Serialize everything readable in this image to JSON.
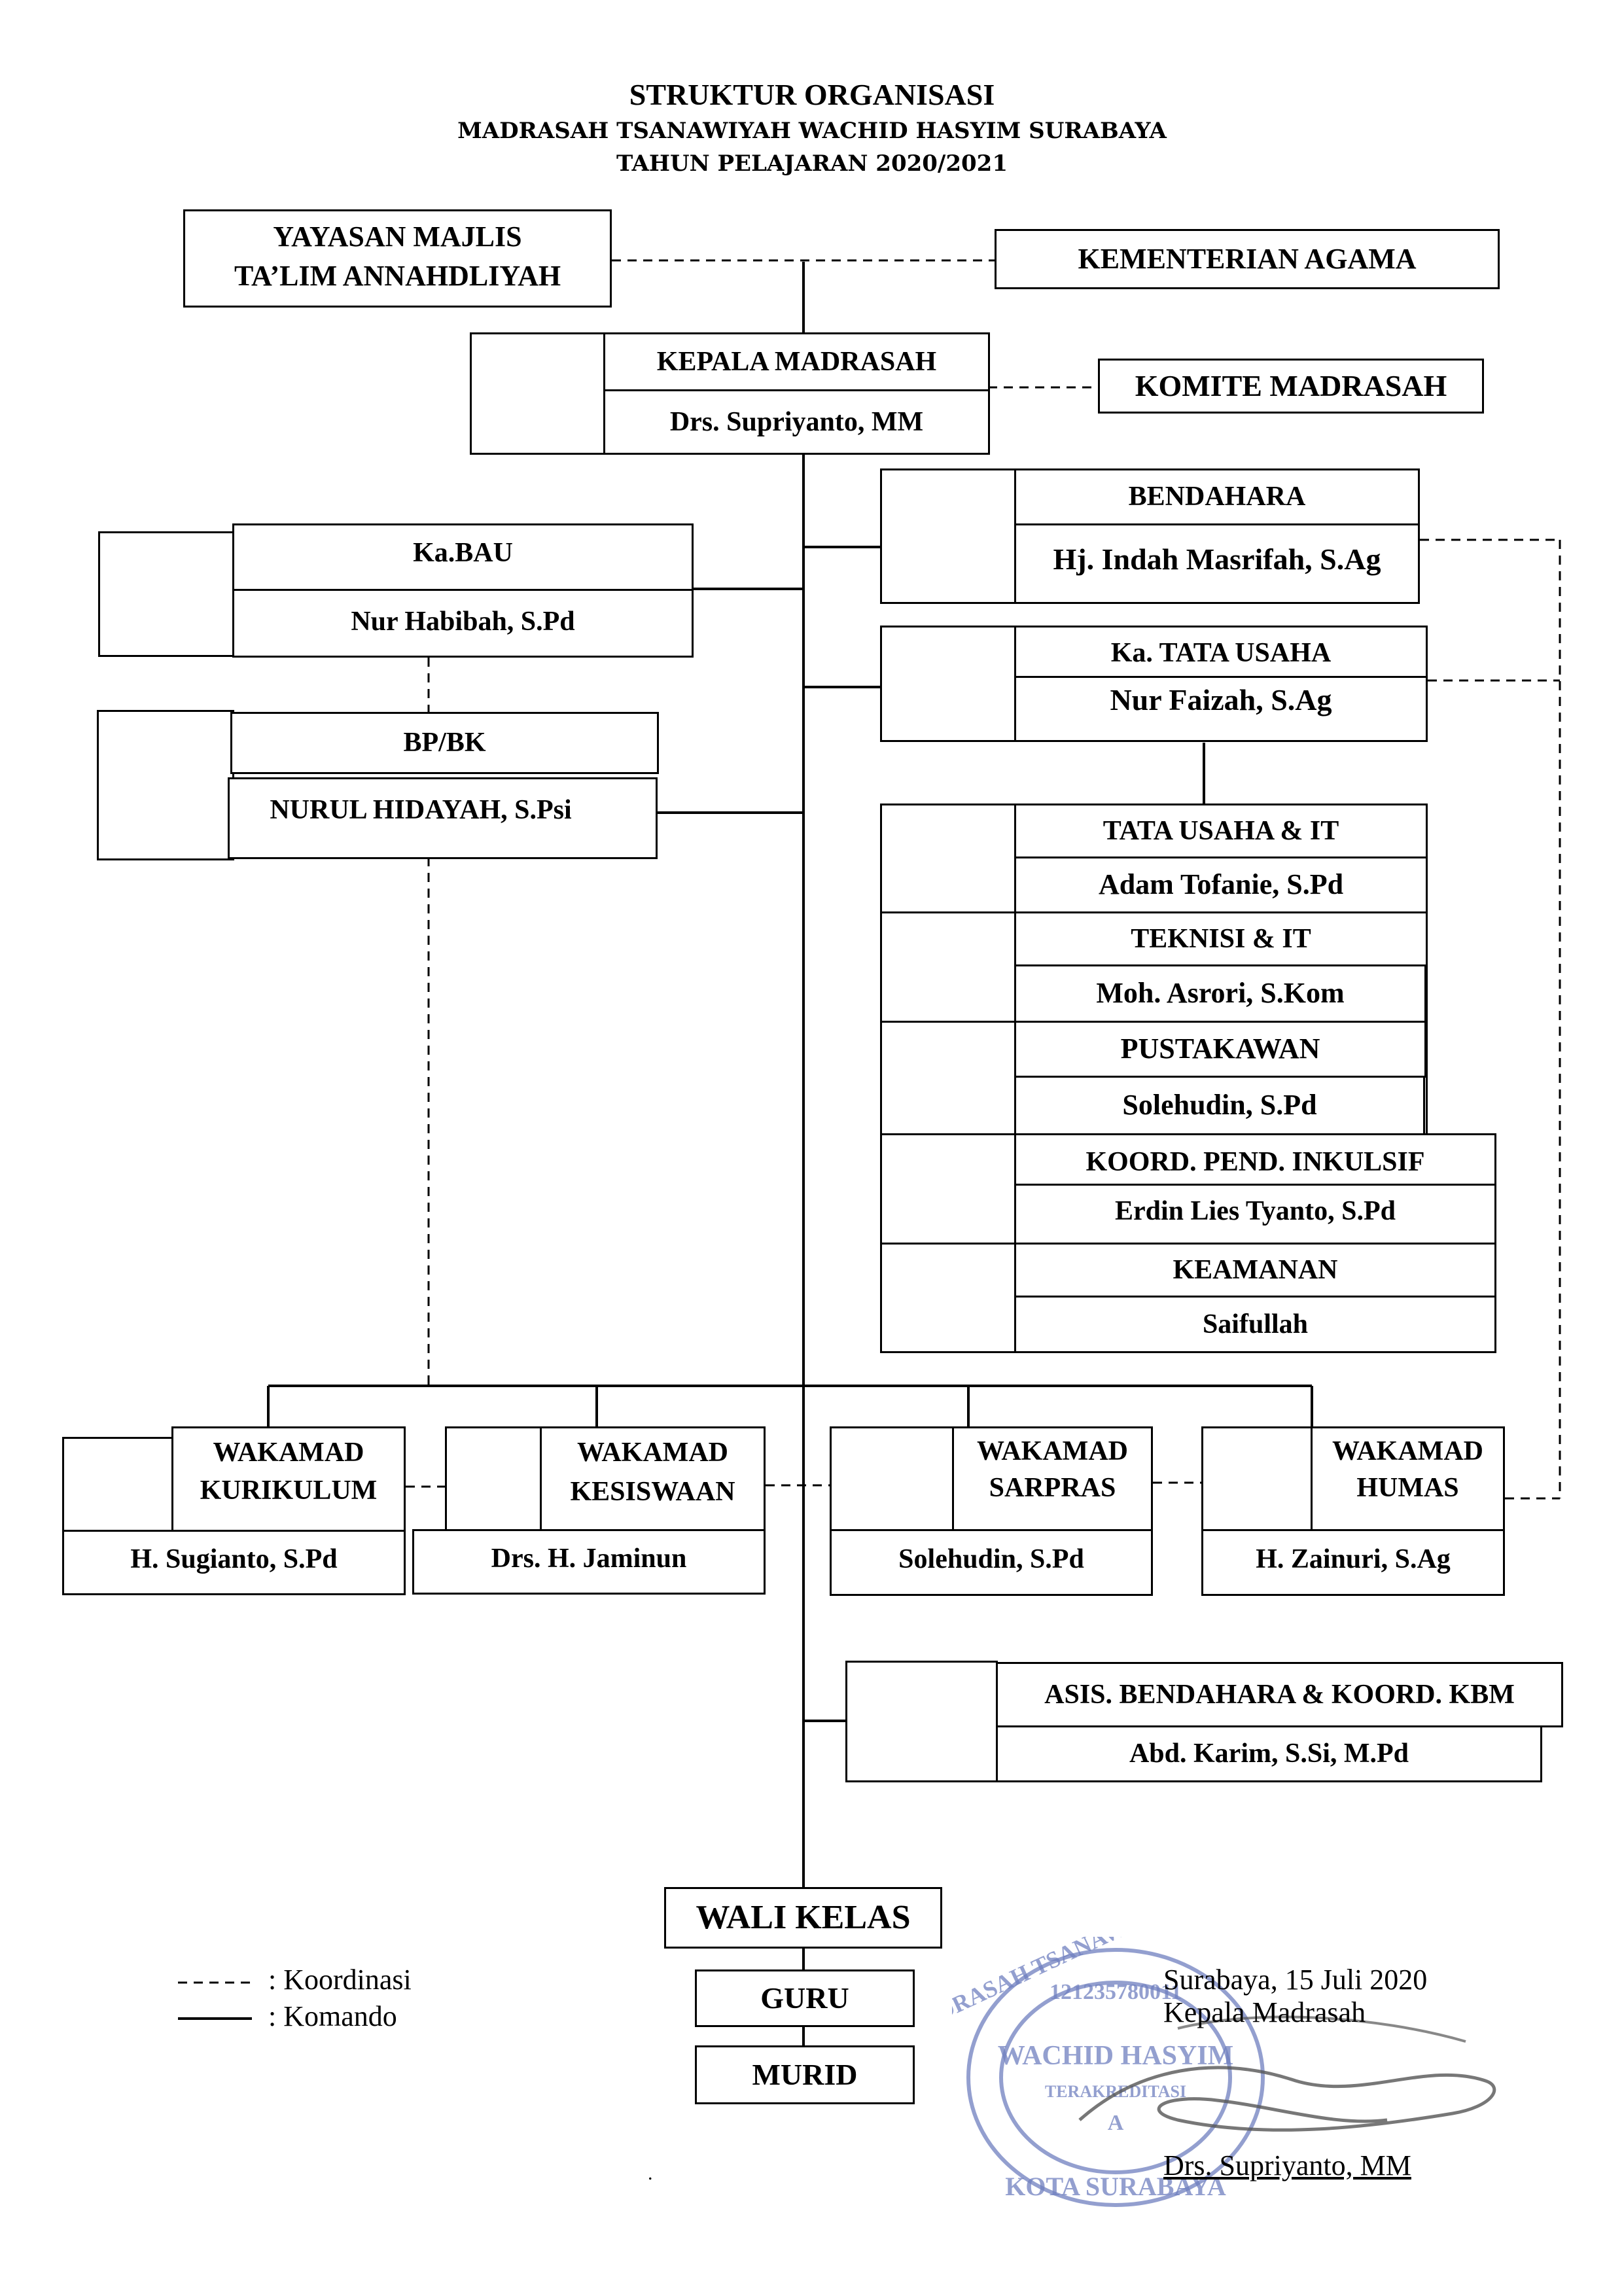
{
  "header": {
    "title": "STRUKTUR ORGANISASI",
    "subtitle": "MADRASAH TSANAWIYAH WACHID HASYIM SURABAYA",
    "year": "TAHUN PELAJARAN 2020/2021"
  },
  "nodes": {
    "yayasan": {
      "line1": "YAYASAN MAJLIS",
      "line2": "TA’LIM ANNAHDLIYAH"
    },
    "kemenag": {
      "title": "KEMENTERIAN AGAMA"
    },
    "kepala": {
      "title": "KEPALA MADRASAH",
      "name": "Drs. Supriyanto, MM"
    },
    "komite": {
      "title": "KOMITE MADRASAH"
    },
    "bendahara": {
      "title": "BENDAHARA",
      "name": "Hj. Indah Masrifah, S.Ag"
    },
    "kabau": {
      "title": "Ka.BAU",
      "name": "Nur Habibah, S.Pd"
    },
    "katu": {
      "title": "Ka. TATA USAHA",
      "name": "Nur Faizah, S.Ag"
    },
    "bpbk": {
      "title": "BP/BK",
      "name": "NURUL HIDAYAH, S.Psi"
    },
    "tuit": {
      "title": "TATA USAHA & IT",
      "name": "Adam Tofanie, S.Pd"
    },
    "teknisi": {
      "title": "TEKNISI & IT",
      "name": "Moh. Asrori, S.Kom"
    },
    "pustakawan": {
      "title": "PUSTAKAWAN",
      "name": "Solehudin, S.Pd"
    },
    "inklusif": {
      "title": "KOORD. PEND. INKULSIF",
      "name": "Erdin Lies Tyanto, S.Pd"
    },
    "keamanan": {
      "title": "KEAMANAN",
      "name": "Saifullah"
    },
    "wk_kurikulum": {
      "line1": "WAKAMAD",
      "line2": "KURIKULUM",
      "name": "H. Sugianto, S.Pd"
    },
    "wk_kesiswaan": {
      "line1": "WAKAMAD",
      "line2": "KESISWAAN",
      "name": "Drs. H. Jaminun"
    },
    "wk_sarpras": {
      "line1": "WAKAMAD",
      "line2": "SARPRAS",
      "name": "Solehudin, S.Pd"
    },
    "wk_humas": {
      "line1": "WAKAMAD",
      "line2": "HUMAS",
      "name": "H. Zainuri, S.Ag"
    },
    "asis": {
      "title": "ASIS. BENDAHARA & KOORD. KBM",
      "name": "Abd. Karim, S.Si, M.Pd"
    },
    "walikelas": {
      "title": "WALI KELAS"
    },
    "guru": {
      "title": "GURU"
    },
    "murid": {
      "title": "MURID"
    }
  },
  "legend": {
    "dashed_symbol": "------",
    "dashed_label": ":  Koordinasi",
    "solid_label": ":  Komando"
  },
  "signature": {
    "place_date": "Surabaya, 15 Juli 2020",
    "role": "Kepala Madrasah",
    "name": "Drs. Supriyanto, MM"
  },
  "stamp": {
    "top_text": "MADRASAH TSANAWIYAH",
    "number": "121235780011",
    "name": "WACHID HASYIM",
    "status": "TERAKREDITASI",
    "grade": "A",
    "city": "KOTA SURABAYA"
  }
}
